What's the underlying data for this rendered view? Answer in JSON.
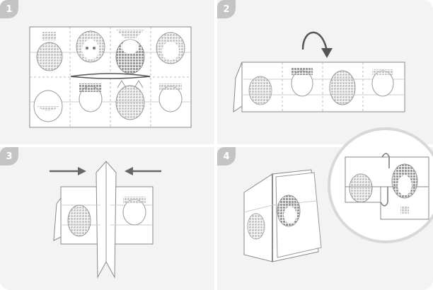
{
  "steps": [
    {
      "number": "1"
    },
    {
      "number": "2"
    },
    {
      "number": "3"
    },
    {
      "number": "4"
    }
  ],
  "colors": {
    "panel_bg": "#f3f3f3",
    "badge": "#c4c4c4",
    "line": "#888888",
    "arrow": "#666666",
    "pixel_art": "#9a9a9a"
  },
  "icons": [
    "curved-fold-arrow-icon",
    "push-right-arrow-icon",
    "push-left-arrow-icon",
    "magnifier-circle-icon"
  ]
}
